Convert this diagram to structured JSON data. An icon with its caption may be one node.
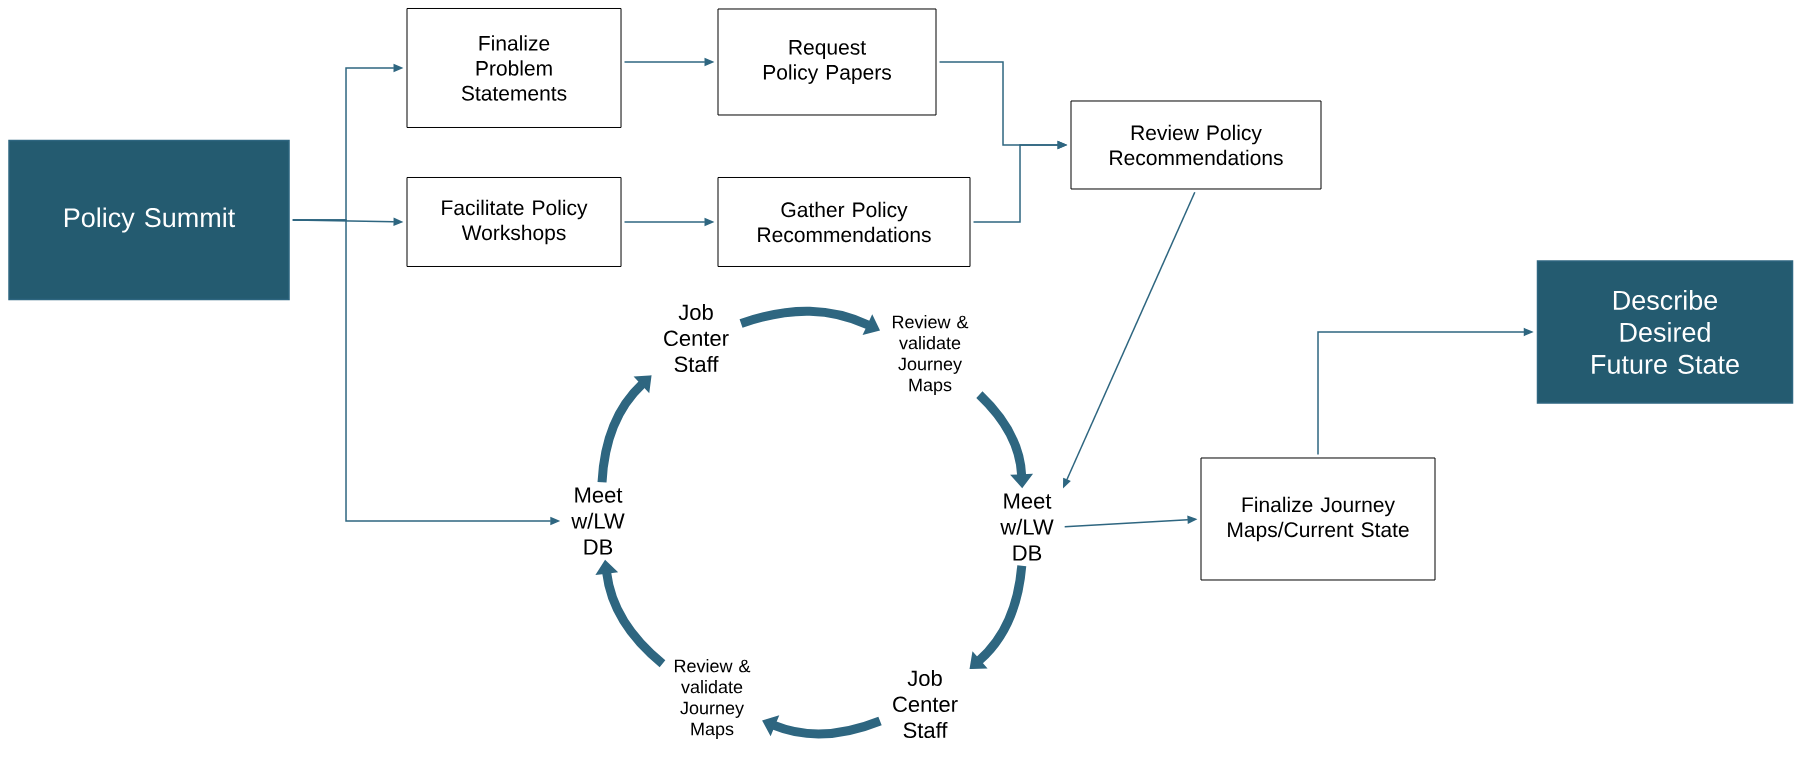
{
  "diagram": {
    "nodes": [
      {
        "text": [
          "Policy Summit"
        ]
      },
      {
        "text": [
          "Finalize Problem Statements"
        ]
      },
      {
        "text": [
          "Request Policy Papers"
        ]
      },
      {
        "text": [
          "Facilitate Policy Workshops"
        ]
      },
      {
        "text": [
          "Gather Policy Recommendations"
        ]
      },
      {
        "text": [
          "Review Policy Recommendations"
        ]
      },
      {
        "text": [
          "Describe Desired Future State"
        ]
      },
      {
        "text": [
          "Finalize Journey Maps/Current State"
        ]
      },
      {
        "text": [
          "Job Center Staff"
        ]
      },
      {
        "text": [
          "Review & validate Journey Maps"
        ]
      },
      {
        "text": [
          "Meet w/LW DB"
        ]
      },
      {
        "text": [
          "Job Center Staff"
        ]
      },
      {
        "text": [
          "Review & validate Journey Maps"
        ]
      },
      {
        "text": [
          "Meet w/LW DB"
        ]
      }
    ],
    "edges": [
      {
        "from": 0,
        "to": 1,
        "arrow": "to"
      },
      {
        "from": 0,
        "to": 3,
        "arrow": "to"
      },
      {
        "from": 0,
        "to": 13,
        "arrow": "to"
      },
      {
        "from": 1,
        "to": 2,
        "arrow": "to"
      },
      {
        "from": 3,
        "to": 4,
        "arrow": "to"
      },
      {
        "from": 2,
        "to": 5,
        "arrow": "to"
      },
      {
        "from": 4,
        "to": 5,
        "arrow": "to"
      },
      {
        "from": 5,
        "to": 10,
        "arrow": "to"
      },
      {
        "from": 10,
        "to": 7,
        "arrow": "to"
      },
      {
        "from": 7,
        "to": 6,
        "arrow": "to"
      },
      {
        "from": 13,
        "to": 8,
        "arrow": "to",
        "style": "thick"
      },
      {
        "from": 8,
        "to": 9,
        "arrow": "to",
        "style": "thick"
      },
      {
        "from": 9,
        "to": 10,
        "arrow": "to",
        "style": "thick"
      },
      {
        "from": 10,
        "to": 11,
        "arrow": "to",
        "style": "thick"
      },
      {
        "from": 11,
        "to": 12,
        "arrow": "to",
        "style": "thick"
      },
      {
        "from": 12,
        "to": 13,
        "arrow": "to",
        "style": "thick"
      }
    ]
  }
}
